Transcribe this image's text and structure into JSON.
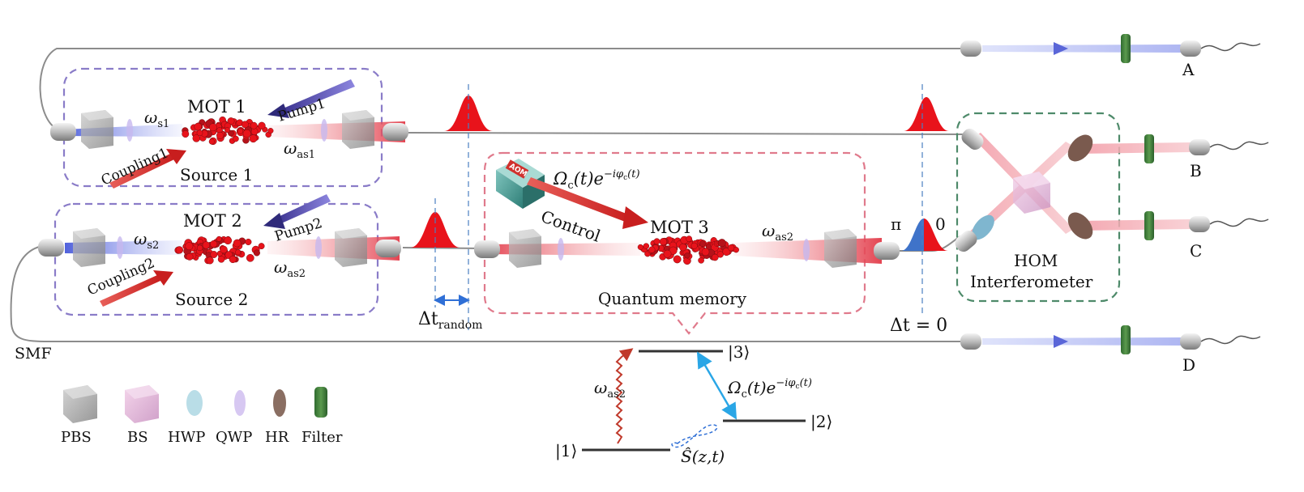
{
  "sources": {
    "s1": {
      "mot": "MOT 1",
      "pump": "Pump1",
      "coupling": "Coupling1",
      "name": "Source 1",
      "signal": "ω",
      "signal_sub": "s1",
      "antistokes": "ω",
      "antistokes_sub": "as1"
    },
    "s2": {
      "mot": "MOT 2",
      "pump": "Pump2",
      "coupling": "Coupling2",
      "name": "Source 2",
      "signal": "ω",
      "signal_sub": "s2",
      "antistokes": "ω",
      "antistokes_sub": "as2"
    }
  },
  "memory": {
    "mot": "MOT 3",
    "aom": "AOM",
    "control": "Control",
    "control_field": "Ω",
    "control_field_sub": "c",
    "control_field_rest": "(t)e",
    "control_field_sup": "−iφ",
    "control_field_sup_sub": "c",
    "control_field_sup_end": "(t)",
    "output": "ω",
    "output_sub": "as2",
    "title": "Quantum memory"
  },
  "delay": {
    "random_label": "Δt",
    "random_sub": "random",
    "zero_label": "Δt = 0",
    "phase_pi": "π",
    "phase_zero": "0"
  },
  "hom": {
    "line1": "HOM",
    "line2": "Interferometer"
  },
  "detectors": [
    "A",
    "B",
    "C",
    "D"
  ],
  "fiber_label": "SMF",
  "legend": [
    "PBS",
    "BS",
    "HWP",
    "QWP",
    "HR",
    "Filter"
  ],
  "levels": {
    "l3": "|3⟩",
    "l2": "|2⟩",
    "l1": "|1⟩",
    "probe": "ω",
    "probe_sub": "as2",
    "coupling": "Ω",
    "coupling_sub": "c",
    "coupling_rest": "(t)e",
    "coupling_sup": "−iφ",
    "coupling_sup_sub": "c",
    "coupling_sup_end": "(t)",
    "spinwave": "Ŝ(z,t)"
  },
  "colors": {
    "source_box": "#8a7cc8",
    "memory_box": "#e07a8c",
    "hom_box": "#4e8a6a",
    "pulse": "#e8131b",
    "pump": "#6e64c4",
    "control": "#e33b2f",
    "transition_blue": "#2aa6e6",
    "transition_red": "#c0392b"
  }
}
